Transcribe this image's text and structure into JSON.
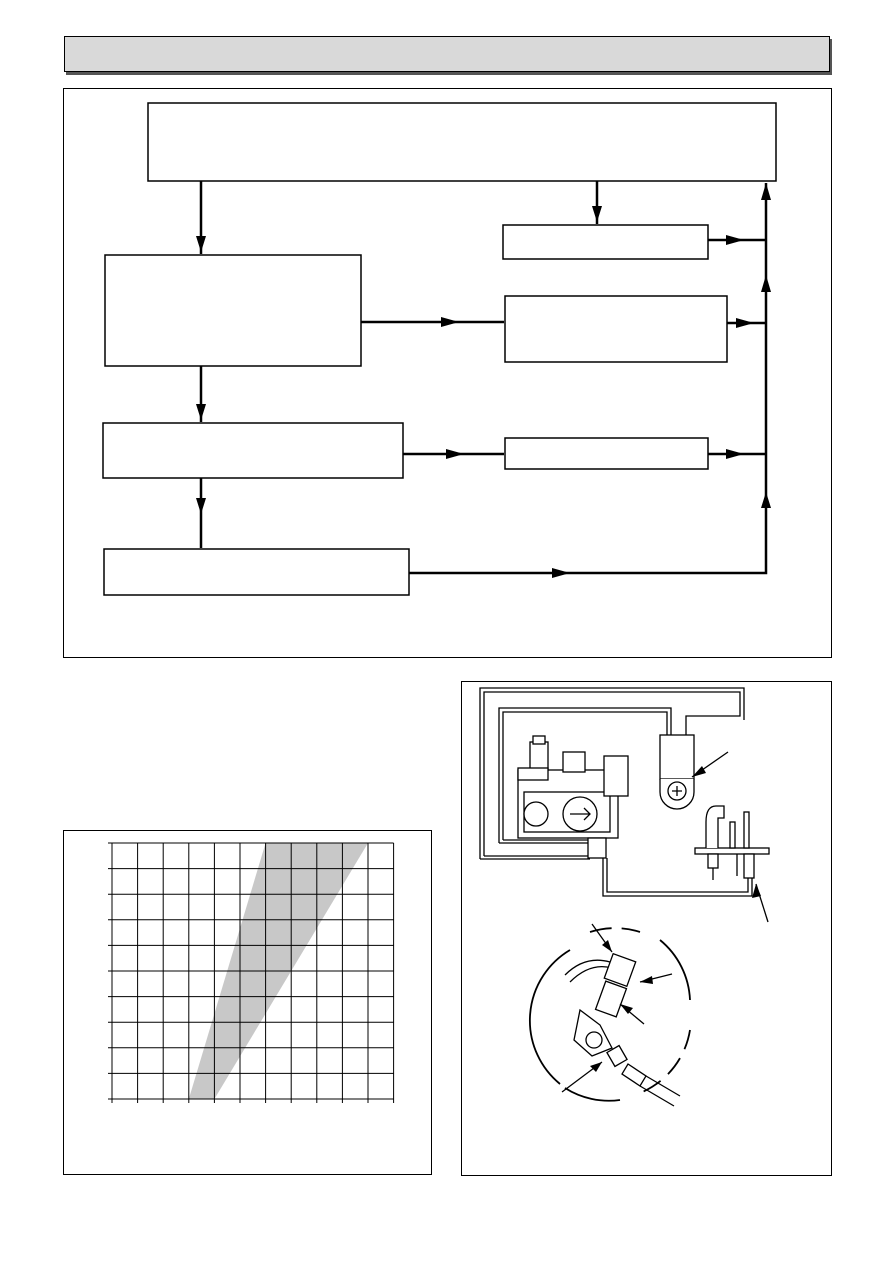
{
  "header": {
    "title": ""
  },
  "flowchart": {
    "boxes": [
      {
        "id": "top",
        "text": ""
      },
      {
        "id": "left-1",
        "text": ""
      },
      {
        "id": "right-1",
        "text": ""
      },
      {
        "id": "right-2",
        "text": ""
      },
      {
        "id": "left-2",
        "text": ""
      },
      {
        "id": "right-3",
        "text": ""
      },
      {
        "id": "left-3",
        "text": ""
      }
    ]
  },
  "graph": {
    "title": "",
    "xlabel": "",
    "ylabel": "",
    "grid_columns": 11,
    "grid_rows": 10,
    "band": {
      "bottom_x": [
        3,
        4
      ],
      "top_x": [
        6,
        10
      ]
    }
  },
  "valve_figure": {
    "labels": []
  },
  "colors": {
    "band_fill": "#c8c8c8",
    "header_fill": "#d9d9d9",
    "line": "#000000"
  }
}
